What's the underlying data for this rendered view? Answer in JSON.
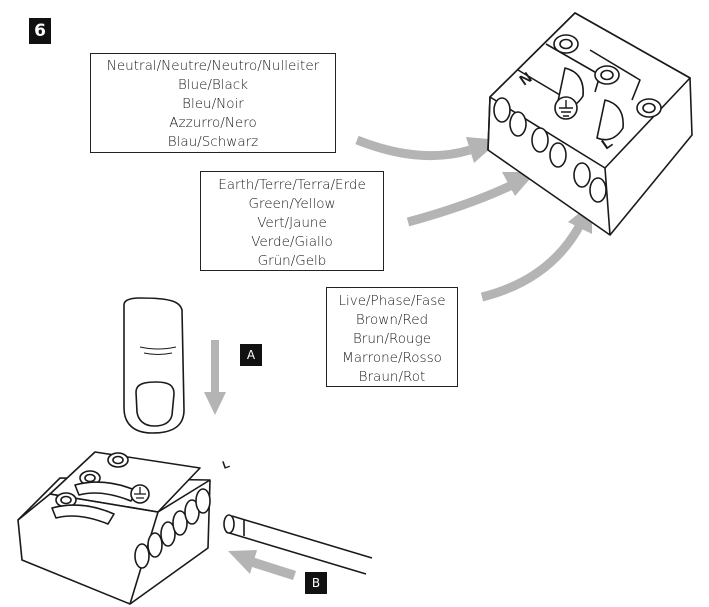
{
  "step": "6",
  "neutral": {
    "lines": [
      "Neutral/Neutre/Neutro/Nulleiter",
      "Blue/Black",
      "Bleu/Noir",
      "Azzurro/Nero",
      "Blau/Schwarz"
    ]
  },
  "earth": {
    "lines": [
      "Earth/Terre/Terra/Erde",
      "Green/Yellow",
      "Vert/Jaune",
      "Verde/Giallo",
      "Grün/Gelb"
    ]
  },
  "live": {
    "lines": [
      "Live/Phase/Fase",
      "Brown/Red",
      "Brun/Rouge",
      "Marrone/Rosso",
      "Braun/Rot"
    ]
  },
  "callouts": {
    "a": "A",
    "b": "B"
  },
  "terminal_marks": {
    "neutral": "N",
    "live": "L"
  },
  "colors": {
    "arrow": "#b4b4b4",
    "line": "#1a1a1a",
    "badge": "#111111"
  }
}
